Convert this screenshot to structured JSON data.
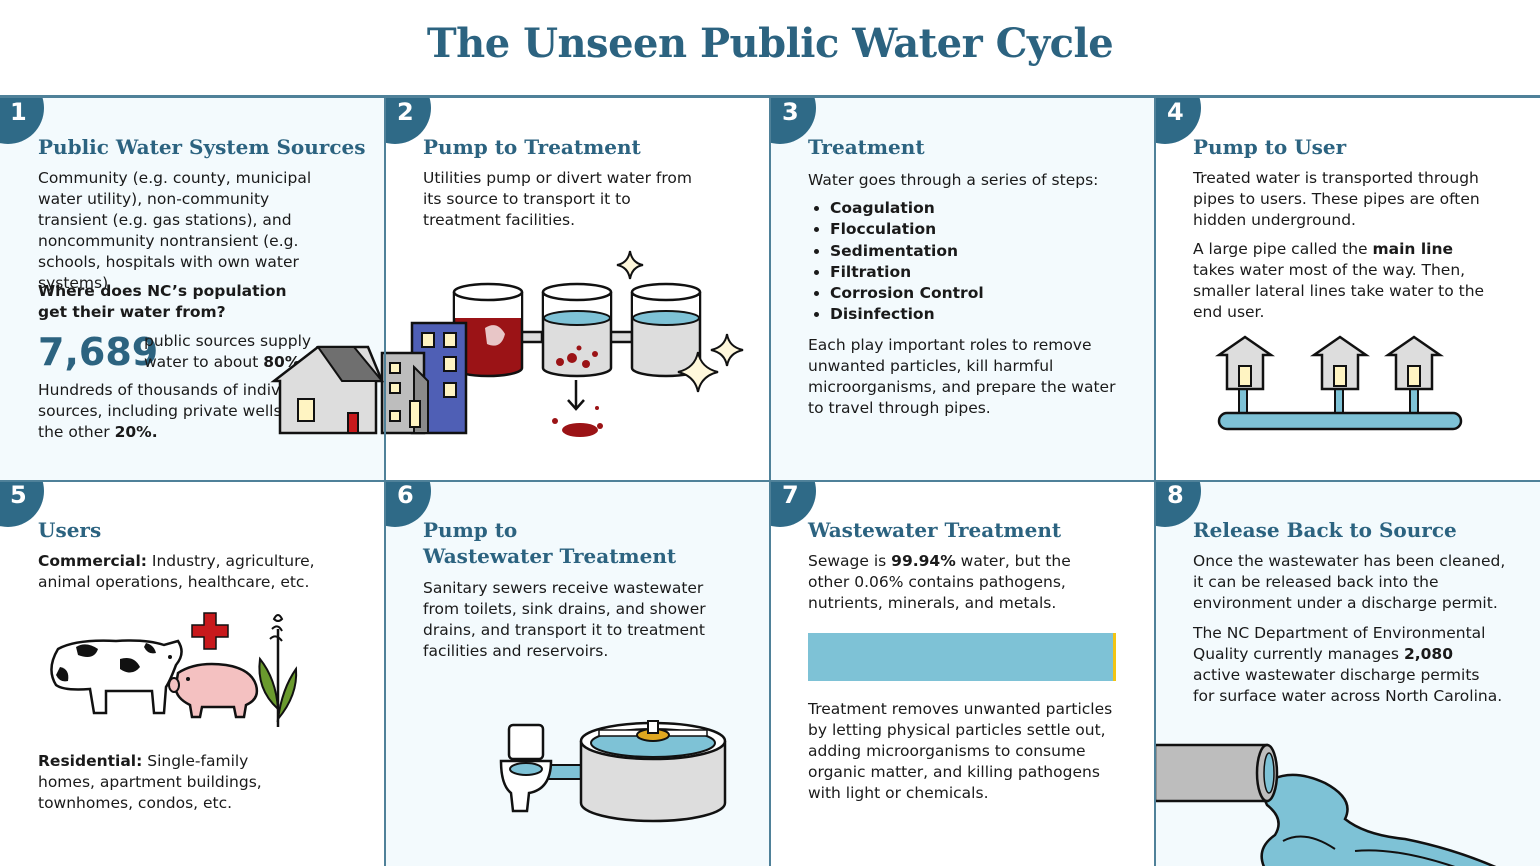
{
  "title": "The Unseen Public Water Cycle",
  "colors": {
    "accent": "#2c6380",
    "badge": "#2f6a87",
    "water": "#7ec2d6",
    "panel_tint": "#f3fafd",
    "dirty_water": "#9b1316",
    "bar_highlight": "#f2c414"
  },
  "panels": [
    {
      "number": "1",
      "title": "Public Water System Sources",
      "text": "Community (e.g. county, municipal water utility), non-community transient (e.g. gas stations), and noncommunity nontransient (e.g. schools, hospitals with own water systems)",
      "question": "Where does NC’s population get their water from?",
      "stat_value": "7,689",
      "stat_text": "public sources supply water to about",
      "stat_pct": "80%.",
      "footer_text": "Hundreds of thousands of individual sources, including private wells, serve the other",
      "footer_pct": "20%."
    },
    {
      "number": "2",
      "title": "Pump to Treatment",
      "text": "Utilities pump or divert water from its source to transport it to treatment facilities.",
      "icon": "treatment-tanks-icon"
    },
    {
      "number": "3",
      "title": "Treatment",
      "intro": "Water goes through a series of steps:",
      "steps": [
        "Coagulation",
        "Flocculation",
        "Sedimentation",
        "Filtration",
        "Corrosion Control",
        "Disinfection"
      ],
      "outro": "Each play important roles to remove unwanted particles, kill harmful microorganisms, and prepare the water to travel through pipes."
    },
    {
      "number": "4",
      "title": "Pump to User",
      "text": "Treated water is transported through pipes to users. These pipes are often hidden underground.",
      "text2_pre": "A large pipe called the",
      "text2_bold": "main line",
      "text2_post": "takes water most of the way. Then, smaller lateral lines take water to the end user.",
      "icon": "house-pipes-icon"
    },
    {
      "number": "5",
      "title": "Users",
      "commercial_label": "Commercial:",
      "commercial_text": "Industry, agriculture, animal operations, healthcare, etc.",
      "residential_label": "Residential:",
      "residential_text": "Single-family homes, apartment buildings, townhomes, condos, etc."
    },
    {
      "number": "6",
      "title_line1": "Pump to",
      "title_line2": "Wastewater Treatment",
      "text": "Sanitary sewers receive wastewater from toilets, sink drains, and shower drains, and transport it to treatment facilities and reservoirs."
    },
    {
      "number": "7",
      "title": "Wastewater Treatment",
      "text_pre": "Sewage is",
      "text_bold": "99.94%",
      "text_post": "water, but the other 0.06% contains pathogens, nutrients, minerals, and metals.",
      "water_share": 0.9994,
      "text2": "Treatment removes unwanted particles by letting physical particles settle out, adding microorganisms to consume organic matter, and killing pathogens with light or chemicals."
    },
    {
      "number": "8",
      "title": "Release Back to Source",
      "text": "Once the wastewater has been cleaned, it can be released back into the environment under a discharge permit.",
      "text2_pre": "The NC Department of Environmental Quality currently manages",
      "text2_bold": "2,080",
      "text2_post": "active wastewater discharge permits for surface water across North Carolina.",
      "icon": "outflow-pipe-icon"
    }
  ]
}
